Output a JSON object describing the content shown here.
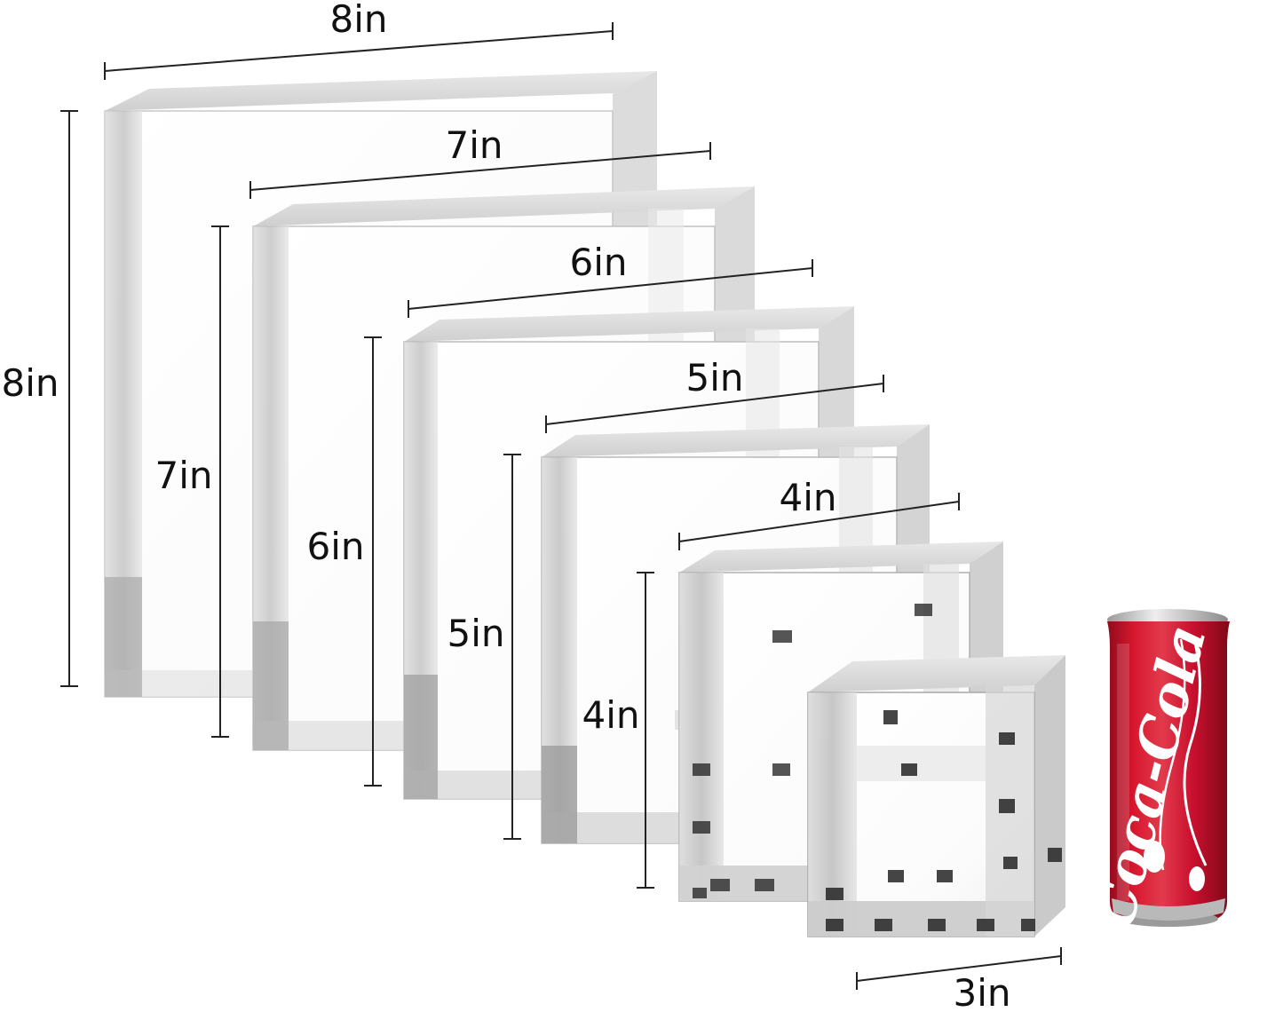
{
  "dimensions": {
    "block_8": {
      "width_label": "8in",
      "height_label": "8in"
    },
    "block_7": {
      "width_label": "7in",
      "height_label": "7in"
    },
    "block_6": {
      "width_label": "6in",
      "height_label": "6in"
    },
    "block_5": {
      "width_label": "5in",
      "height_label": "5in"
    },
    "block_4": {
      "width_label": "4in",
      "height_label": "4in"
    },
    "block_3": {
      "width_label": "3in"
    }
  },
  "can": {
    "brand": "Coca-Cola",
    "color": "#c8102e"
  }
}
